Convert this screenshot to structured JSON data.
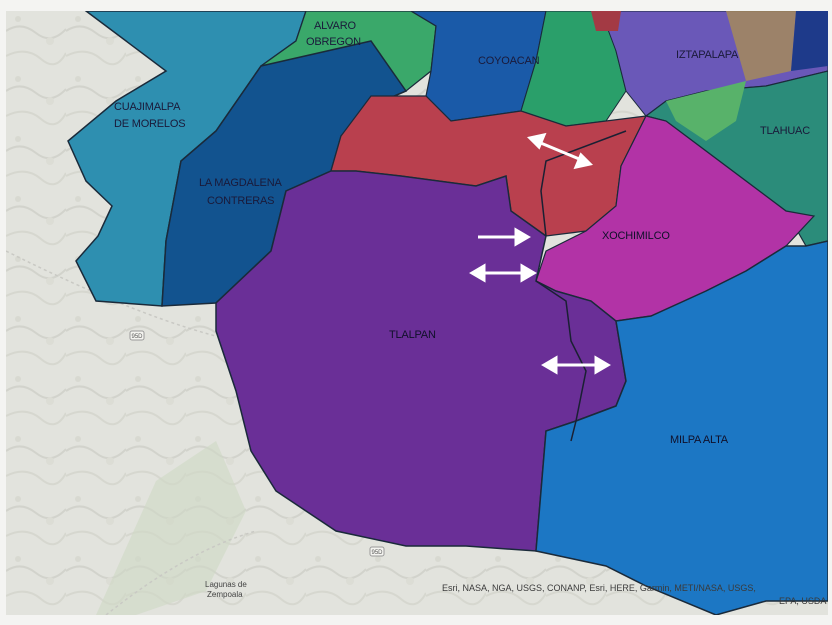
{
  "map": {
    "labels": {
      "cuajimalpa_1": "CUAJIMALPA",
      "cuajimalpa_2": "DE MORELOS",
      "alvaro_1": "ALVARO",
      "alvaro_2": "OBREGON",
      "coyoacan": "COYOACAN",
      "iztapalapa": "IZTAPALAPA",
      "tlahuac": "TLAHUAC",
      "magdalena_1": "LA MAGDALENA",
      "magdalena_2": "CONTRERAS",
      "xochimilco": "XOCHIMILCO",
      "tlalpan": "TLALPAN",
      "milpa_alta": "MILPA ALTA"
    },
    "places": {
      "lagunas_1": "Lagunas de",
      "lagunas_2": "Zempoala"
    },
    "attribution": {
      "line1": "Esri, NASA, NGA, USGS, CONANP, Esri, HERE, Garmin, METI/NASA, USGS,",
      "line2": "EPA, USDA"
    },
    "colors": {
      "tlalpan": "#6a2f97",
      "xochimilco": "#b233a6",
      "milpa_alta": "#1c77c4",
      "magdalena": "#12538f",
      "cuajimalpa": "#2e8fb0",
      "alvaro_obregon": "#3aa86a",
      "coyoacan": "#1a5aa8",
      "red_zone": "#b9404e",
      "iztapalapa": "#6a58b8",
      "tlahuac": "#2b8c7a",
      "basemap": "#e4e5df",
      "arrow": "#ffffff"
    },
    "arrow_icons": [
      "double-arrow",
      "right-arrow",
      "double-arrow",
      "double-arrow"
    ]
  }
}
